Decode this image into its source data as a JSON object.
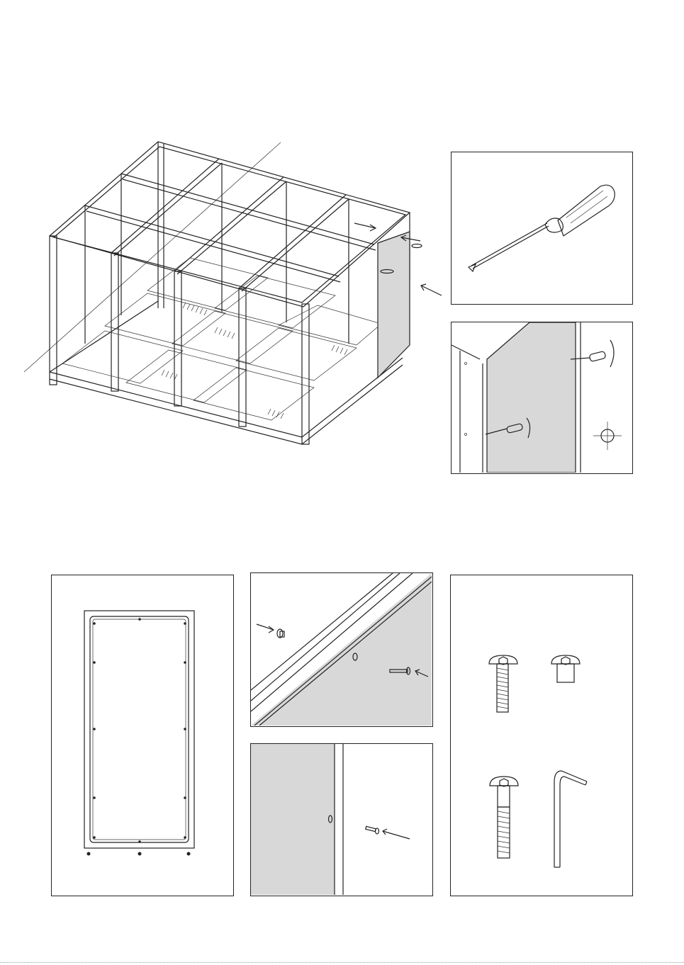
{
  "page": {
    "illustrations": [
      {
        "id": "cabinet-frame-assembly",
        "icon": "assembly-diagram"
      },
      {
        "id": "screwdriver",
        "icon": "screwdriver-icon"
      },
      {
        "id": "panel-screw-detail",
        "icon": "screwdriver-icon"
      },
      {
        "id": "side-panel-front-view",
        "icon": "panel-icon"
      },
      {
        "id": "panel-edge-bolt-detail",
        "icon": "bolt-icon"
      },
      {
        "id": "panel-joint-screw-detail",
        "icon": "screw-icon"
      },
      {
        "id": "hardware-kit",
        "icon": "hex-key-icon"
      }
    ],
    "colors": {
      "line": "#222222",
      "panel_fill": "#d8d8d8",
      "background": "#ffffff"
    }
  }
}
